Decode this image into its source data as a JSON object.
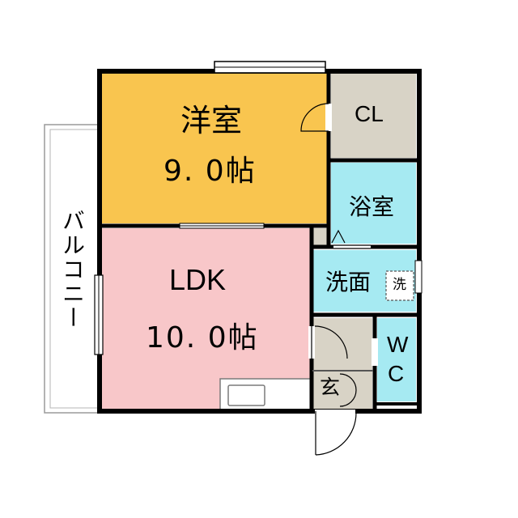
{
  "rooms": {
    "western_room": {
      "name": "洋室",
      "size": "9. 0帖",
      "color": "#f9c54f"
    },
    "ldk": {
      "name": "LDK",
      "size": "10. 0帖",
      "color": "#f8c7c9"
    },
    "closet": {
      "name": "CL",
      "color": "#d8d3c6"
    },
    "bathroom": {
      "name": "浴室",
      "color": "#a6eaf2"
    },
    "washroom": {
      "name": "洗面",
      "color": "#a6eaf2",
      "washer_label": "洗"
    },
    "toilet": {
      "name_top": "W",
      "name_bottom": "C",
      "color": "#a6eaf2"
    },
    "entrance": {
      "name": "玄",
      "color": "#d8d3c6"
    }
  },
  "balcony": {
    "label": "バルコニー"
  }
}
